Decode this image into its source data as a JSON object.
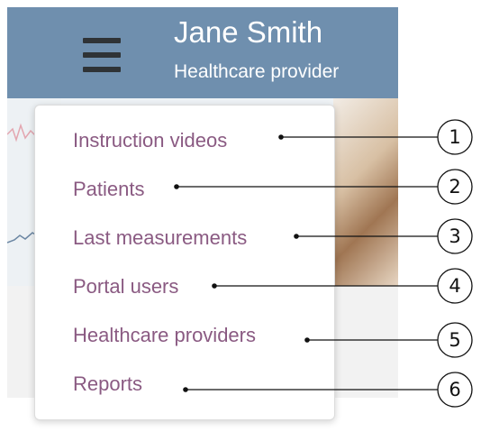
{
  "header": {
    "user_name": "Jane Smith",
    "user_role": "Healthcare provider",
    "menu_icon": "hamburger-menu-icon",
    "background_color": "#6f8fae"
  },
  "menu": {
    "items": [
      {
        "label": "Instruction videos"
      },
      {
        "label": "Patients"
      },
      {
        "label": "Last measurements"
      },
      {
        "label": "Portal users"
      },
      {
        "label": "Healthcare providers"
      },
      {
        "label": "Reports"
      }
    ],
    "item_color": "#8a5a82"
  },
  "callouts": [
    "1",
    "2",
    "3",
    "4",
    "5",
    "6"
  ]
}
